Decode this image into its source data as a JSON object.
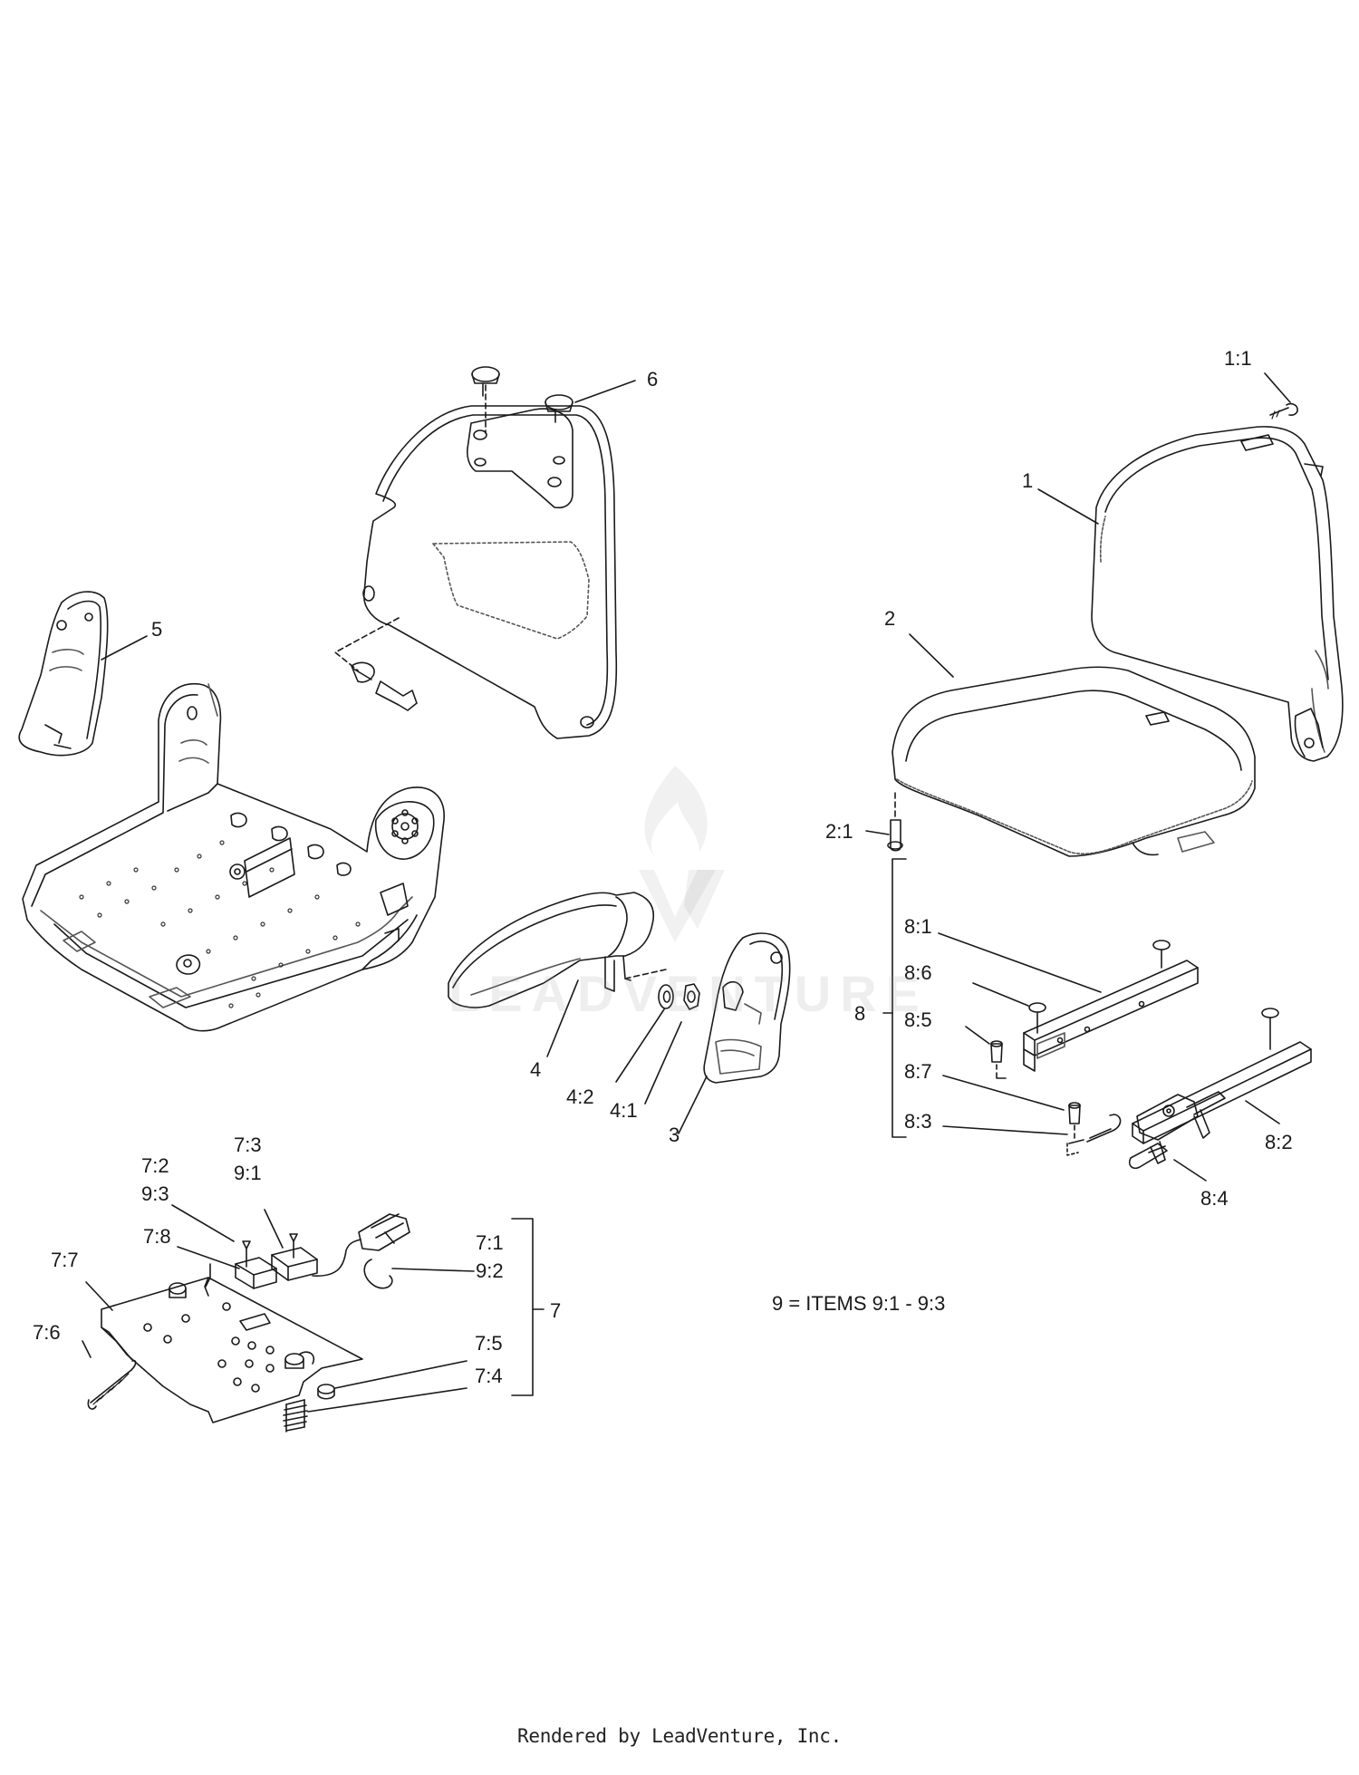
{
  "diagram": {
    "labels": [
      {
        "id": "1:1",
        "text": "1:1"
      },
      {
        "id": "1",
        "text": "1"
      },
      {
        "id": "6",
        "text": "6"
      },
      {
        "id": "5",
        "text": "5"
      },
      {
        "id": "2",
        "text": "2"
      },
      {
        "id": "2:1",
        "text": "2:1"
      },
      {
        "id": "8:1",
        "text": "8:1"
      },
      {
        "id": "8:6",
        "text": "8:6"
      },
      {
        "id": "8",
        "text": "8"
      },
      {
        "id": "8:5",
        "text": "8:5"
      },
      {
        "id": "8:7",
        "text": "8:7"
      },
      {
        "id": "8:3",
        "text": "8:3"
      },
      {
        "id": "8:2",
        "text": "8:2"
      },
      {
        "id": "8:4",
        "text": "8:4"
      },
      {
        "id": "4",
        "text": "4"
      },
      {
        "id": "4:2",
        "text": "4:2"
      },
      {
        "id": "4:1",
        "text": "4:1"
      },
      {
        "id": "3",
        "text": "3"
      },
      {
        "id": "7:3",
        "text": "7:3"
      },
      {
        "id": "9:1",
        "text": "9:1"
      },
      {
        "id": "7:2",
        "text": "7:2"
      },
      {
        "id": "9:3",
        "text": "9:3"
      },
      {
        "id": "7:8",
        "text": "7:8"
      },
      {
        "id": "7:7",
        "text": "7:7"
      },
      {
        "id": "7:1",
        "text": "7:1"
      },
      {
        "id": "9:2",
        "text": "9:2"
      },
      {
        "id": "7",
        "text": "7"
      },
      {
        "id": "7:6",
        "text": "7:6"
      },
      {
        "id": "7:5",
        "text": "7:5"
      },
      {
        "id": "7:4",
        "text": "7:4"
      }
    ],
    "note": "9 = ITEMS 9:1 - 9:3"
  },
  "watermark": {
    "text": "LEADVENTURE"
  },
  "footer": {
    "text": "Rendered by LeadVenture, Inc."
  }
}
